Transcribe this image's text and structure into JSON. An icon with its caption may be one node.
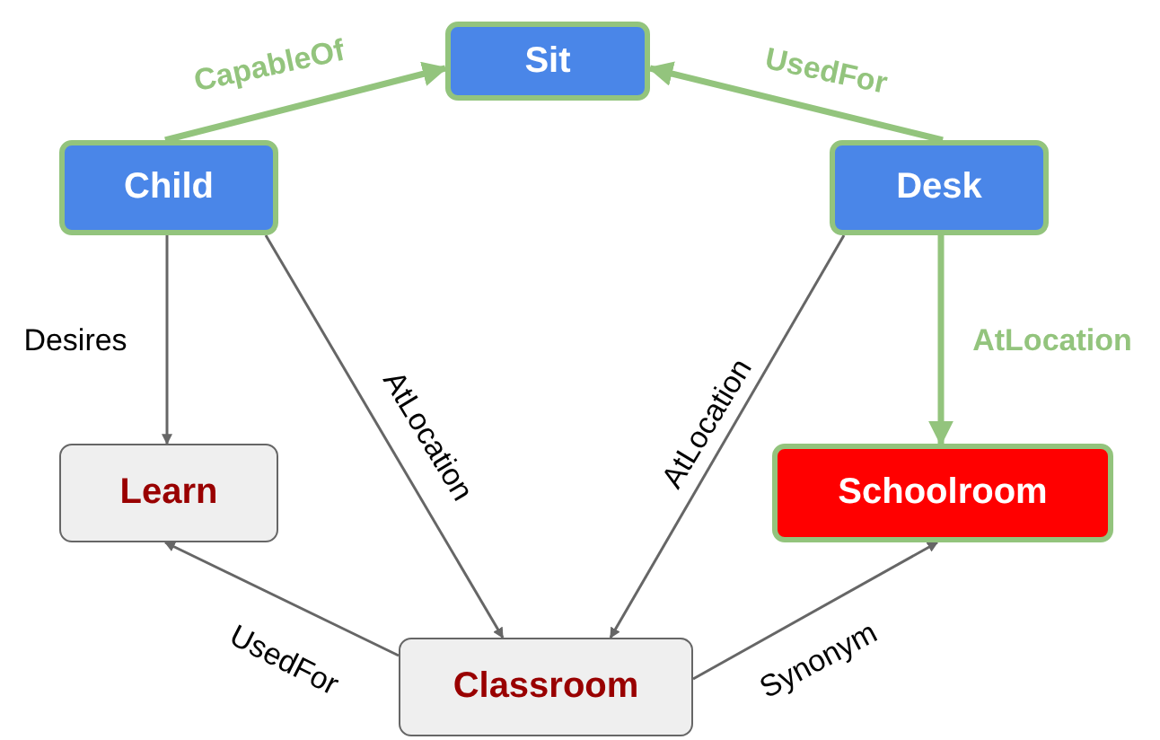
{
  "diagram": {
    "nodes": [
      {
        "text": [
          "Sit"
        ]
      },
      {
        "text": [
          "Child"
        ]
      },
      {
        "text": [
          "Desk"
        ]
      },
      {
        "text": [
          "Learn"
        ]
      },
      {
        "text": [
          "Schoolroom"
        ]
      },
      {
        "text": [
          "Classroom"
        ]
      }
    ],
    "edges": [
      {
        "from": 1,
        "to": 0,
        "arrow": "to",
        "label": "CapableOf",
        "style": "thick",
        "color": "#93c47d"
      },
      {
        "from": 2,
        "to": 0,
        "arrow": "to",
        "label": "UsedFor",
        "style": "thick",
        "color": "#93c47d"
      },
      {
        "from": 1,
        "to": 3,
        "arrow": "to",
        "label": "Desires"
      },
      {
        "from": 1,
        "to": 5,
        "arrow": "to",
        "label": "AtLocation"
      },
      {
        "from": 2,
        "to": 5,
        "arrow": "to",
        "label": "AtLocation"
      },
      {
        "from": 2,
        "to": 4,
        "arrow": "to",
        "label": "AtLocation",
        "style": "thick",
        "color": "#93c47d"
      },
      {
        "from": 5,
        "to": 3,
        "arrow": "to",
        "label": "UsedFor"
      },
      {
        "from": 5,
        "to": 4,
        "arrow": "to",
        "label": "Synonym"
      }
    ]
  }
}
